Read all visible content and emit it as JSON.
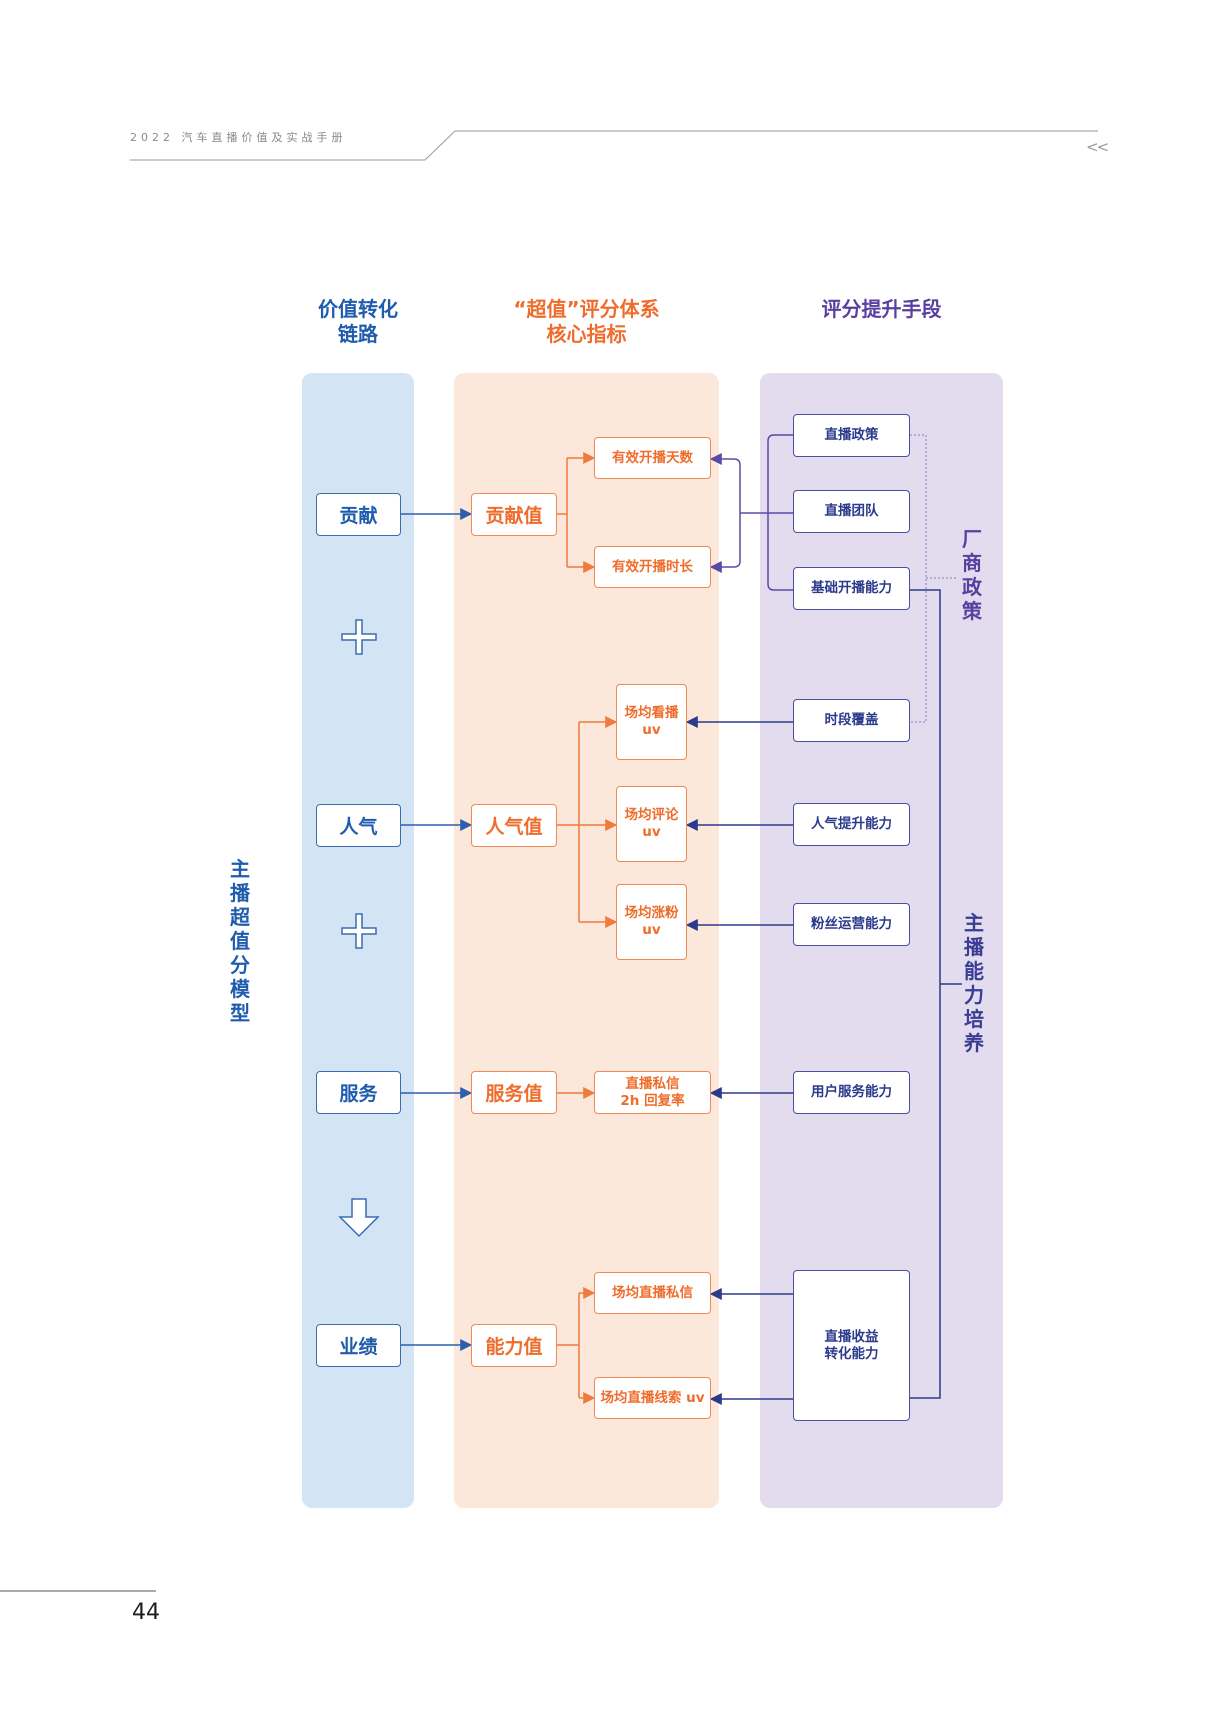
{
  "header": {
    "title": "2022 汽车直播价值及实战手册",
    "chevron": "<<"
  },
  "page_number": "44",
  "columns": {
    "left": "价值转化\n链路",
    "middle": "“超值”评分体系\n核心指标",
    "right": "评分提升手段"
  },
  "side_label_left": "主播超值分模型",
  "side_label_right_top": "厂商政策",
  "side_label_right_bottom": "主播能力培养",
  "chain": {
    "contribution": "贡献",
    "popularity": "人气",
    "service": "服务",
    "performance": "业绩"
  },
  "values": {
    "contribution": "贡献值",
    "popularity": "人气值",
    "service": "服务值",
    "ability": "能力值"
  },
  "metrics": {
    "m1": "有效开播天数",
    "m2": "有效开播时长",
    "m3": "场均看播\nuv",
    "m4": "场均评论\nuv",
    "m5": "场均涨粉\nuv",
    "m6": "直播私信\n2h 回复率",
    "m7": "场均直播私信",
    "m8": "场均直播线索 uv"
  },
  "means": {
    "r1": "直播政策",
    "r2": "直播团队",
    "r3": "基础开播能力",
    "r4": "时段覆盖",
    "r5": "人气提升能力",
    "r6": "粉丝运营能力",
    "r7": "用户服务能力",
    "r8": "直播收益\n转化能力"
  },
  "colors": {
    "blue_text": "#1f5cae",
    "blue_border": "#3b6bb5",
    "blue_panel": "#d3e5f5",
    "orange_text": "#ef6d2c",
    "orange_border": "#ef8a55",
    "orange_panel": "#fce7db",
    "purple_text": "#5a3fa0",
    "purple_panel": "#e3dcef",
    "navy_line": "#2c3a8c"
  }
}
